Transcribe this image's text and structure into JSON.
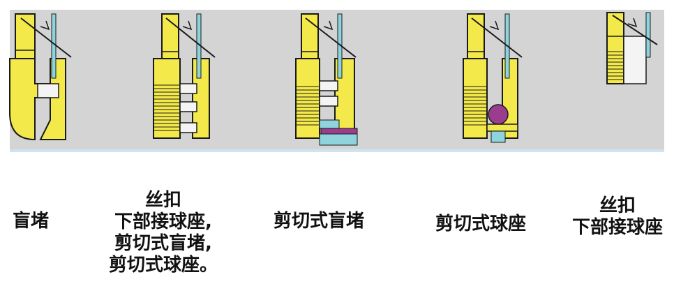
{
  "colors": {
    "panel_bg": "#d4d4d4",
    "body_yellow": "#f3e94a",
    "outline": "#1a1a1a",
    "seal_cyan": "#8fd3dc",
    "seat_purple": "#9b3d8f"
  },
  "items": [
    {
      "id": "blind-plug",
      "caption": "盲堵"
    },
    {
      "id": "threaded-combo",
      "caption": "丝扣\n下部接球座,\n剪切式盲堵,\n剪切式球座。"
    },
    {
      "id": "shear-blind-plug",
      "caption": "剪切式盲堵"
    },
    {
      "id": "shear-ball-seat",
      "caption": "剪切式球座"
    },
    {
      "id": "threaded-ball-seat",
      "caption": "丝扣\n下部接球座"
    }
  ]
}
